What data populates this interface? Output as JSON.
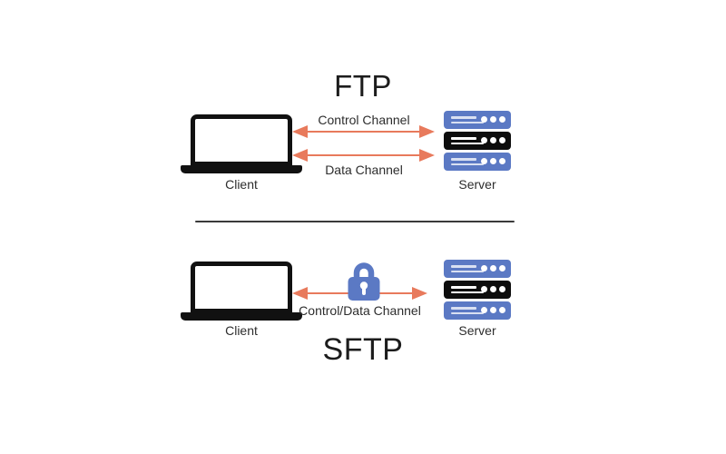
{
  "colors": {
    "accent": "#e87a5c",
    "server_blue": "#5b79c4",
    "slab_black": "#0d0d0d",
    "divider": "#3a3a3a",
    "text": "#2d2d2d",
    "title": "#1c1c1c"
  },
  "ftp": {
    "title": "FTP",
    "client_label": "Client",
    "server_label": "Server",
    "control_channel_label": "Control Channel",
    "data_channel_label": "Data Channel"
  },
  "sftp": {
    "title": "SFTP",
    "client_label": "Client",
    "server_label": "Server",
    "channel_label": "Control/Data Channel"
  }
}
